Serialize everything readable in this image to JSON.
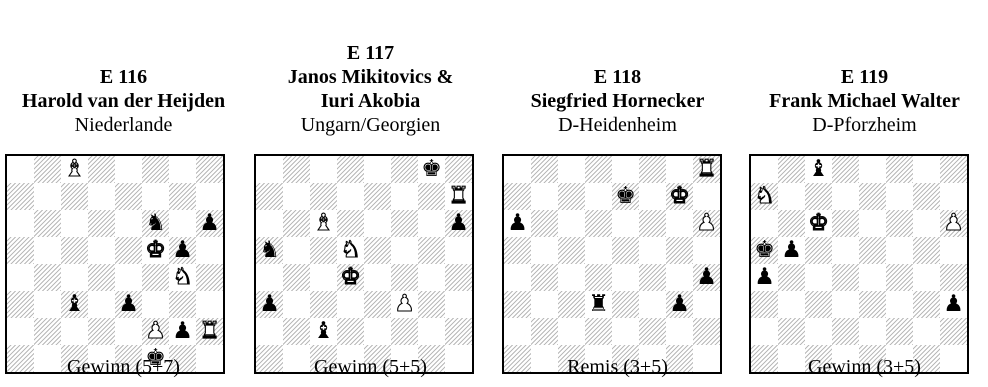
{
  "problems": [
    {
      "number": "E 116",
      "authors": [
        "Harold van der Heijden"
      ],
      "country": "Niederlande",
      "result": "Gewinn (5+7)",
      "pieces": [
        {
          "sq": "c8",
          "p": "B",
          "c": "w"
        },
        {
          "sq": "f6",
          "p": "N",
          "c": "b"
        },
        {
          "sq": "h6",
          "p": "P",
          "c": "b"
        },
        {
          "sq": "f5",
          "p": "K",
          "c": "w"
        },
        {
          "sq": "g5",
          "p": "P",
          "c": "b"
        },
        {
          "sq": "g4",
          "p": "N",
          "c": "w"
        },
        {
          "sq": "c3",
          "p": "B",
          "c": "b"
        },
        {
          "sq": "e3",
          "p": "P",
          "c": "b"
        },
        {
          "sq": "f2",
          "p": "P",
          "c": "w"
        },
        {
          "sq": "g2",
          "p": "P",
          "c": "b"
        },
        {
          "sq": "h2",
          "p": "R",
          "c": "w"
        },
        {
          "sq": "f1",
          "p": "K",
          "c": "b"
        }
      ]
    },
    {
      "number": "E 117",
      "authors": [
        "Janos Mikitovics &",
        "Iuri Akobia"
      ],
      "country": "Ungarn/Georgien",
      "result": "Gewinn (5+5)",
      "pieces": [
        {
          "sq": "g8",
          "p": "K",
          "c": "b"
        },
        {
          "sq": "h7",
          "p": "R",
          "c": "w"
        },
        {
          "sq": "c6",
          "p": "B",
          "c": "w"
        },
        {
          "sq": "h6",
          "p": "P",
          "c": "b"
        },
        {
          "sq": "a5",
          "p": "N",
          "c": "b"
        },
        {
          "sq": "d5",
          "p": "N",
          "c": "w"
        },
        {
          "sq": "d4",
          "p": "K",
          "c": "w"
        },
        {
          "sq": "a3",
          "p": "P",
          "c": "b"
        },
        {
          "sq": "f3",
          "p": "P",
          "c": "w"
        },
        {
          "sq": "c2",
          "p": "B",
          "c": "b"
        }
      ]
    },
    {
      "number": "E 118",
      "authors": [
        "Siegfried Hornecker"
      ],
      "country": "D-Heidenheim",
      "result": "Remis (3+5)",
      "pieces": [
        {
          "sq": "h8",
          "p": "R",
          "c": "w"
        },
        {
          "sq": "e7",
          "p": "K",
          "c": "b"
        },
        {
          "sq": "g7",
          "p": "K",
          "c": "w"
        },
        {
          "sq": "a6",
          "p": "P",
          "c": "b"
        },
        {
          "sq": "h6",
          "p": "P",
          "c": "w"
        },
        {
          "sq": "h4",
          "p": "P",
          "c": "b"
        },
        {
          "sq": "d3",
          "p": "R",
          "c": "b"
        },
        {
          "sq": "g3",
          "p": "P",
          "c": "b"
        }
      ]
    },
    {
      "number": "E 119",
      "authors": [
        "Frank Michael Walter"
      ],
      "country": "D-Pforzheim",
      "result": "Gewinn (3+5)",
      "pieces": [
        {
          "sq": "c8",
          "p": "B",
          "c": "b"
        },
        {
          "sq": "a7",
          "p": "N",
          "c": "w"
        },
        {
          "sq": "c6",
          "p": "K",
          "c": "w"
        },
        {
          "sq": "h6",
          "p": "P",
          "c": "w"
        },
        {
          "sq": "a5",
          "p": "K",
          "c": "b"
        },
        {
          "sq": "b5",
          "p": "P",
          "c": "b"
        },
        {
          "sq": "a4",
          "p": "P",
          "c": "b"
        },
        {
          "sq": "h3",
          "p": "P",
          "c": "b"
        }
      ]
    }
  ]
}
